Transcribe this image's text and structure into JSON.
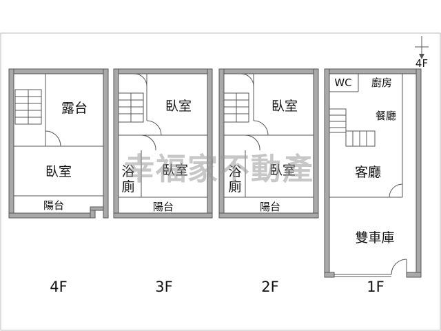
{
  "floors": {
    "f4": {
      "name": "4F",
      "rooms": {
        "terrace": "露台",
        "bedroom": "臥室",
        "balcony": "陽台"
      }
    },
    "f3": {
      "name": "3F",
      "rooms": {
        "bedroom_a": "臥室",
        "bath_top": "浴",
        "bath_bottom": "廁",
        "bedroom_b": "臥室",
        "balcony": "陽台"
      }
    },
    "f2": {
      "name": "2F",
      "rooms": {
        "bedroom_a": "臥室",
        "bath_top": "浴",
        "bath_bottom": "廁",
        "bedroom_b": "臥室",
        "balcony": "陽台"
      }
    },
    "f1": {
      "name": "1F",
      "rooms": {
        "wc": "WC",
        "kitchen": "廚房",
        "dining": "餐廳",
        "living": "客廳",
        "garage": "雙車庫"
      }
    }
  },
  "north_marker": "4F",
  "watermark": "幸福家不動產",
  "colors": {
    "wall": "#a9a9a9",
    "outline": "#555555",
    "text": "#111111",
    "watermark": "#9a9a9a"
  }
}
